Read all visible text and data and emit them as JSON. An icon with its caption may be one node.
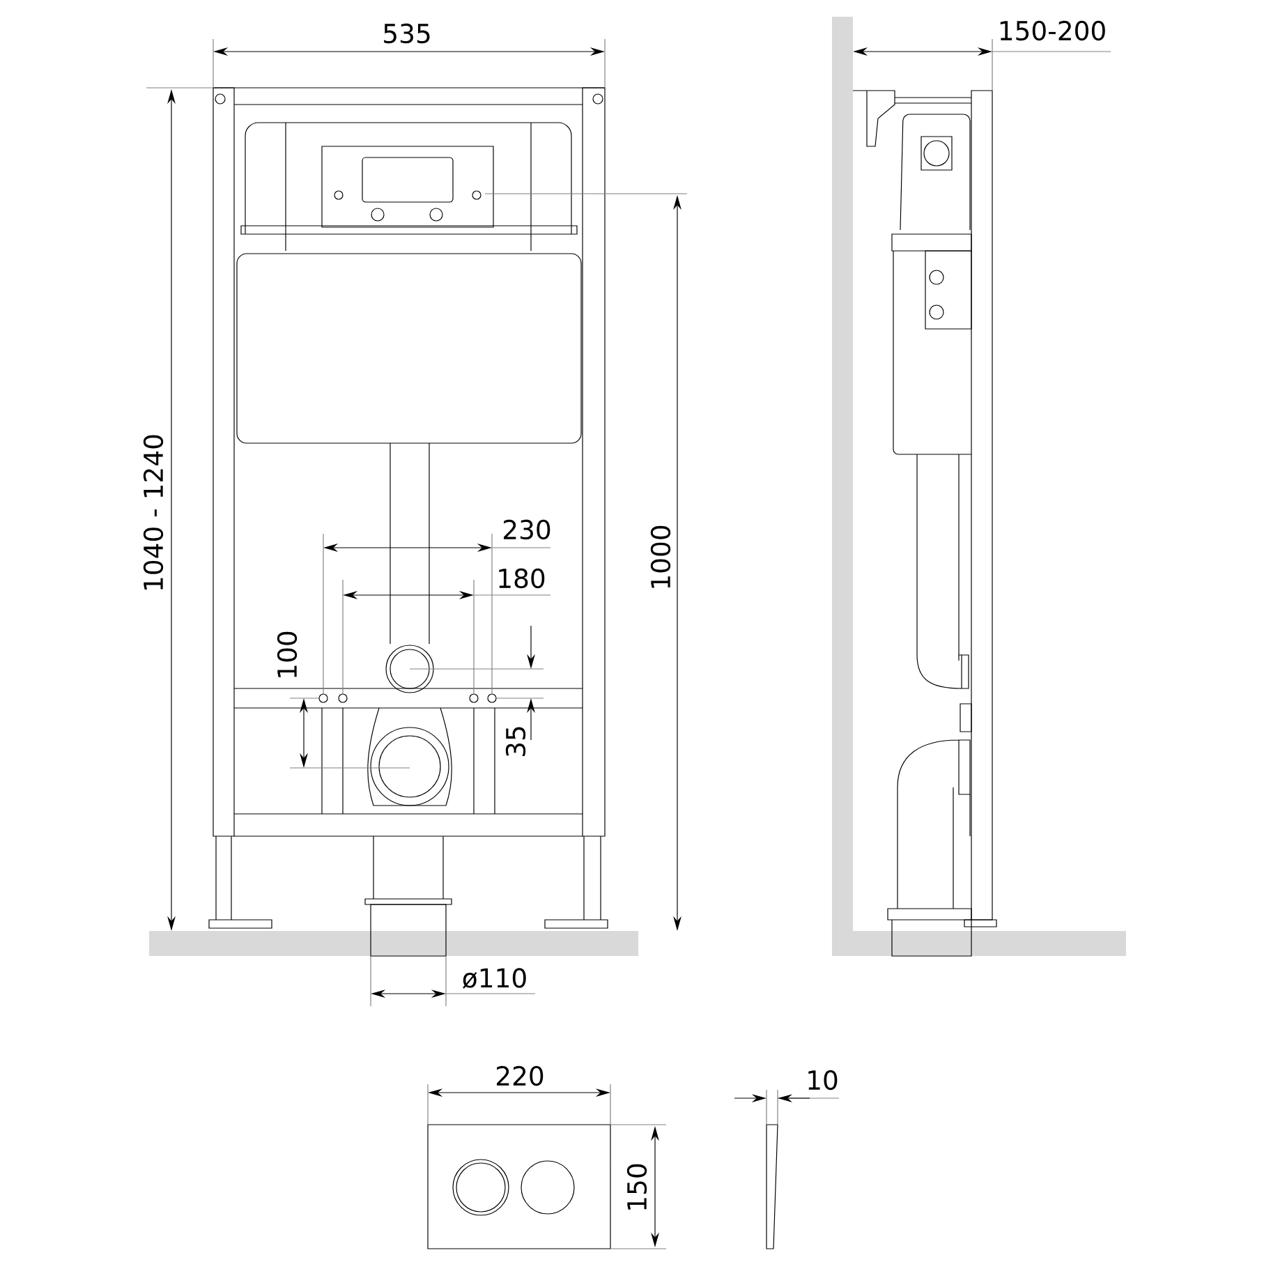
{
  "diagram": {
    "labels": [
      "535",
      "150-200",
      "1040 - 1240",
      "1000",
      "230",
      "180",
      "100",
      "35",
      "ø110",
      "220",
      "10",
      "150"
    ]
  }
}
